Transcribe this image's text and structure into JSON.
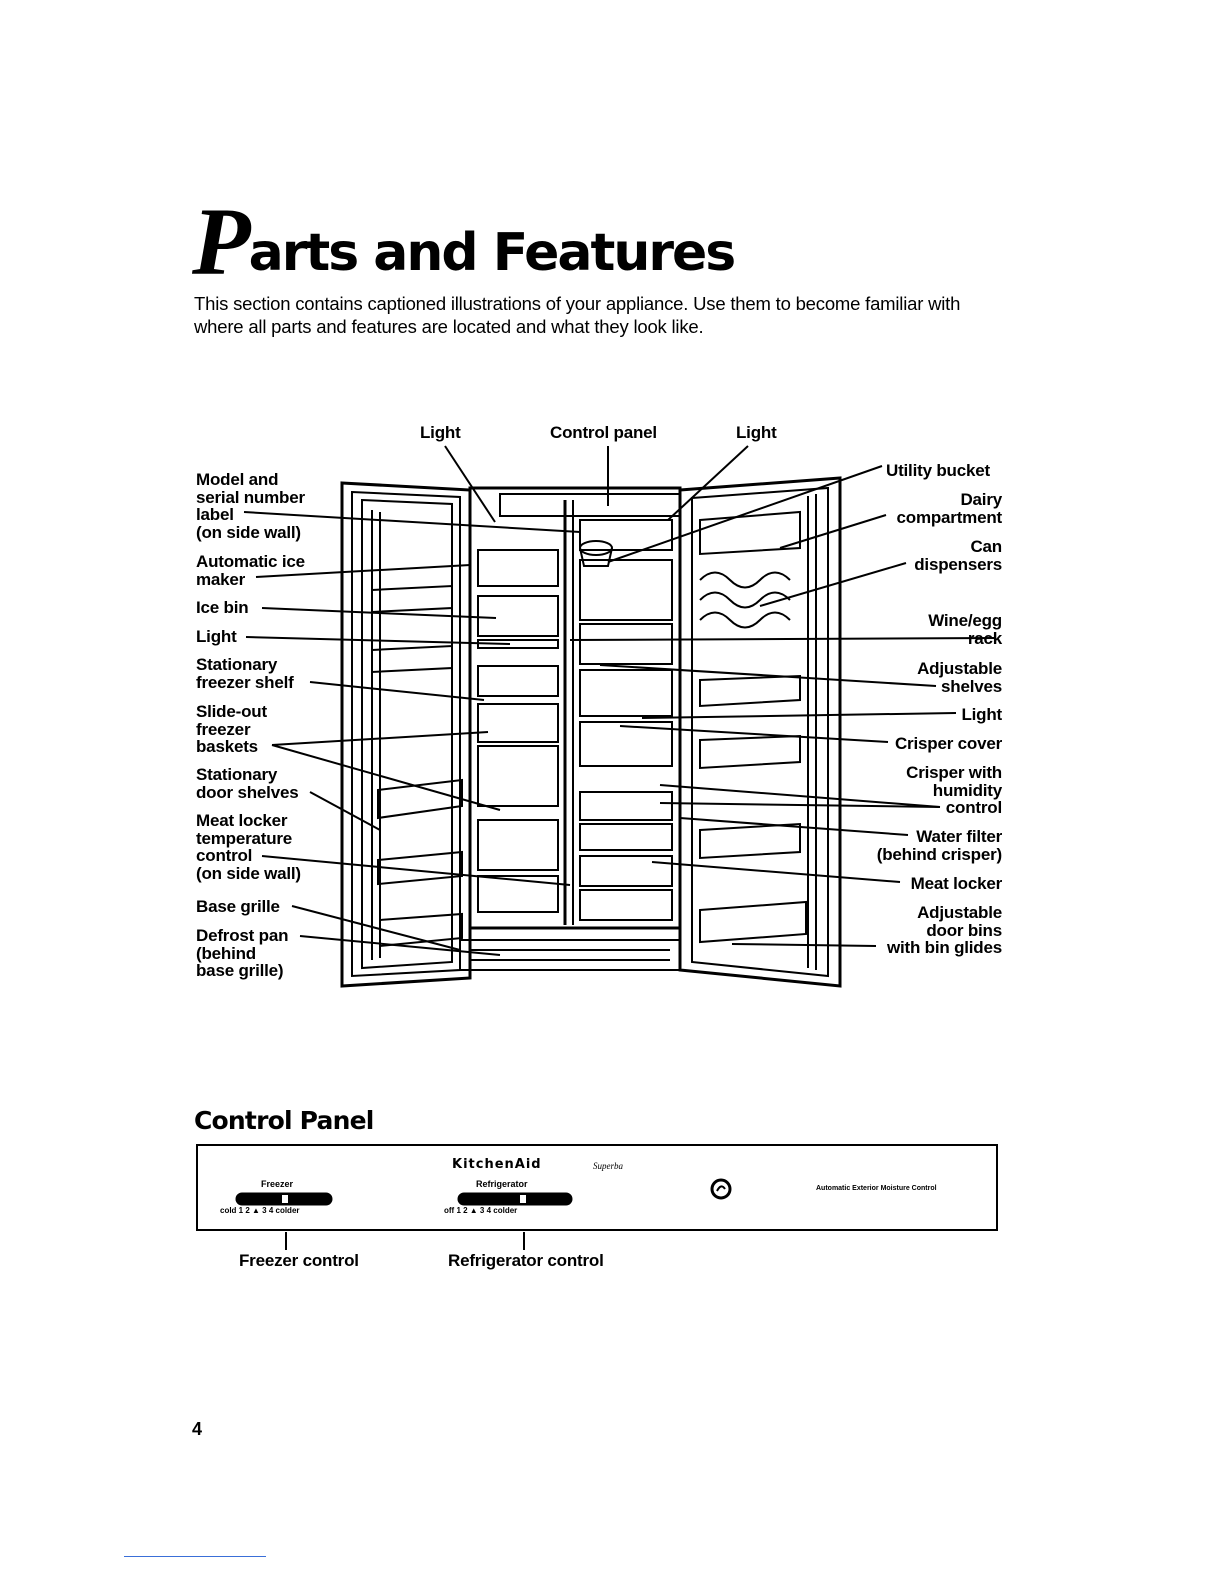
{
  "page": {
    "title_initial": "P",
    "title_rest": "arts and Features",
    "intro": "This section contains captioned illustrations of your appliance. Use them to become familiar with where all parts and features are located and what they look like.",
    "page_number": "4"
  },
  "callouts": {
    "top_light_left": "Light",
    "top_control_panel": "Control panel",
    "top_light_right": "Light",
    "left": [
      "Model and\nserial number\nlabel\n(on side wall)",
      "Automatic ice\nmaker",
      "Ice bin",
      "Light",
      "Stationary\nfreezer shelf",
      "Slide-out\nfreezer\nbaskets",
      "Stationary\ndoor shelves",
      "Meat locker\ntemperature\ncontrol\n(on side wall)",
      "Base grille",
      "Defrost pan\n(behind\nbase grille)"
    ],
    "right": [
      "Utility bucket",
      "Dairy\ncompartment",
      "Can\ndispensers",
      "Wine/egg\nrack",
      "Adjustable\nshelves",
      "Light",
      "Crisper cover",
      "Crisper with\nhumidity\ncontrol",
      "Water filter\n(behind crisper)",
      "Meat locker",
      "Adjustable\ndoor bins\nwith bin glides"
    ]
  },
  "control_panel": {
    "heading": "Control Panel",
    "brand": "KitchenAid",
    "brand_sub": "Superba",
    "freezer_label": "Freezer",
    "freezer_scale": "cold  1   2   ▲   3   4   colder",
    "refrigerator_label": "Refrigerator",
    "refrigerator_scale": "off        1   2   ▲   3   4   colder",
    "moisture_text": "Automatic Exterior Moisture Control",
    "freezer_caption": "Freezer control",
    "refrigerator_caption": "Refrigerator control"
  }
}
